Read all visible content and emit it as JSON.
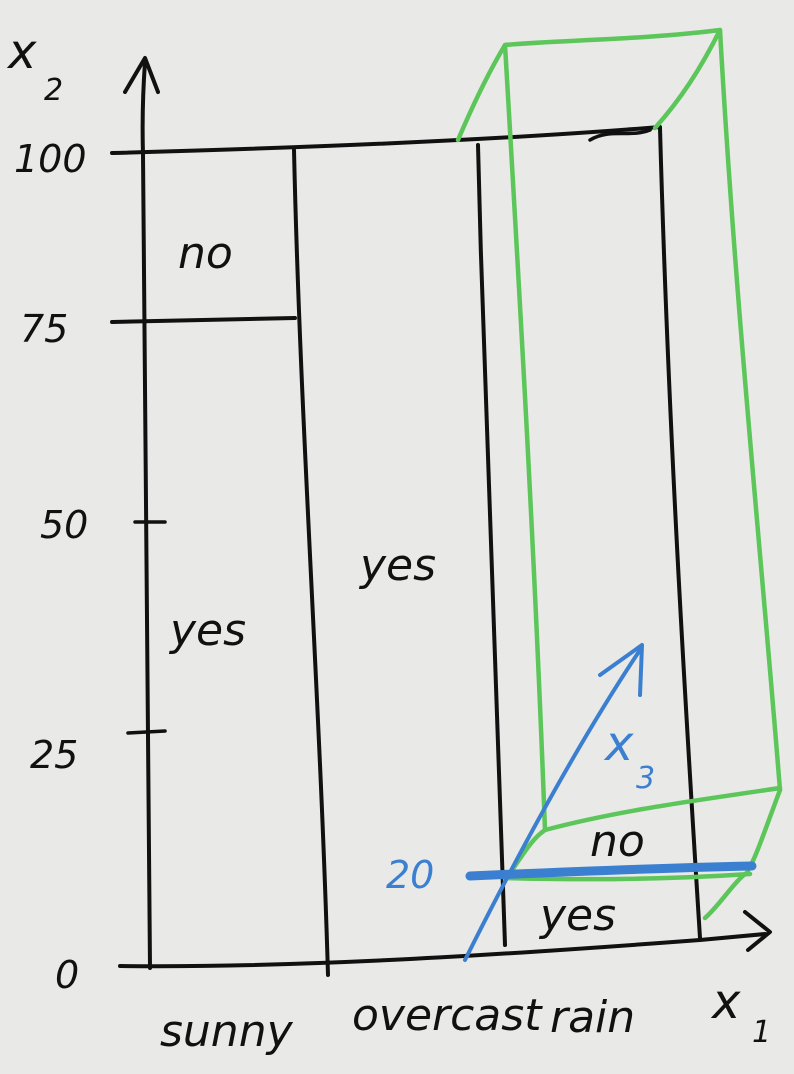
{
  "axes": {
    "x2_label": "x",
    "x2_subscript": "2",
    "x1_label": "x",
    "x1_subscript": "1",
    "x3_label": "x",
    "x3_subscript": "3"
  },
  "y_ticks": [
    "0",
    "25",
    "50",
    "75",
    "100"
  ],
  "x_categories": [
    "sunny",
    "overcast",
    "rain"
  ],
  "region_labels": {
    "sunny_high": "no",
    "sunny_low": "yes",
    "overcast": "yes",
    "rain_3d_high": "no",
    "rain_3d_low": "yes"
  },
  "x3_threshold": "20",
  "colors": {
    "ink": "#111111",
    "green_box": "#5cc65a",
    "blue_axis": "#3b7fd0",
    "background": "#e9e9e7"
  }
}
